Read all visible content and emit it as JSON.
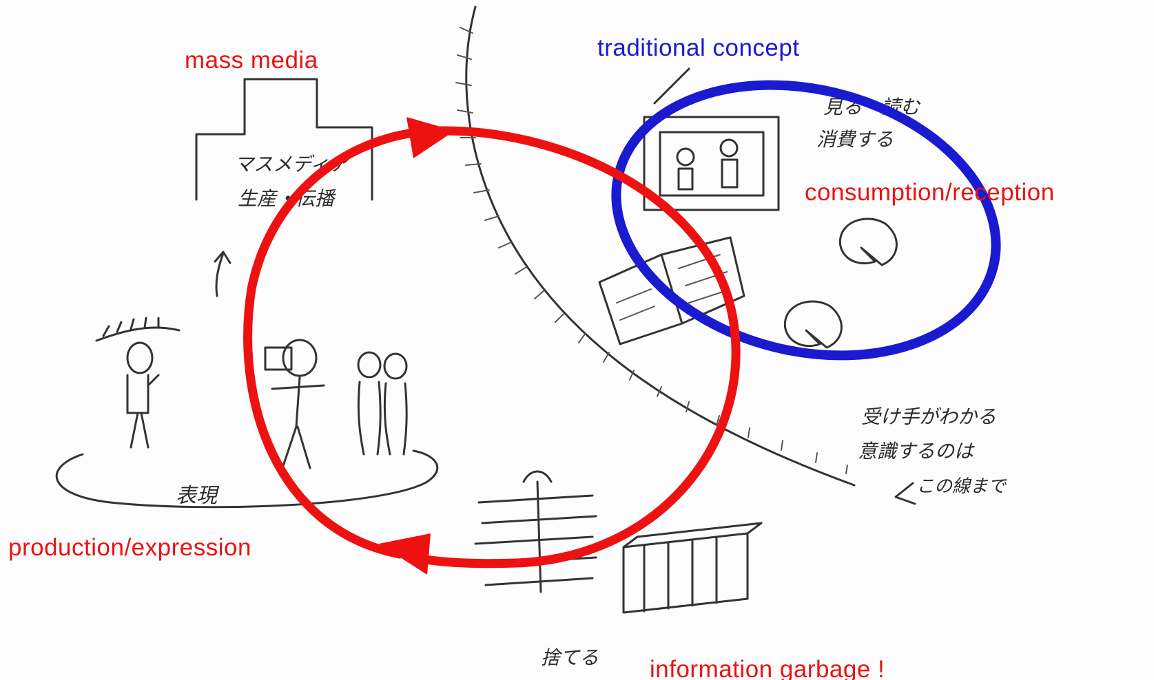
{
  "labels": {
    "mass_media": "mass media",
    "traditional_concept": "traditional concept",
    "consumption_reception": "consumption/reception",
    "production_expression": "production/expression",
    "information_garbage": "information garbage !"
  },
  "sketch_notes": {
    "mass_media_box": [
      "マスメディア",
      "生産・伝播"
    ],
    "consume_note": [
      "見る・読む",
      "消費する"
    ],
    "awareness_note": [
      "受け手がわかる",
      "意識するのは",
      "この線まで"
    ],
    "expression_note": "表現",
    "discard_note": "捨てる"
  },
  "colors": {
    "cycle": "#ee1111",
    "traditional": "#1a1ad0",
    "label_red": "#ee1111",
    "label_blue": "#1a1ad0"
  }
}
